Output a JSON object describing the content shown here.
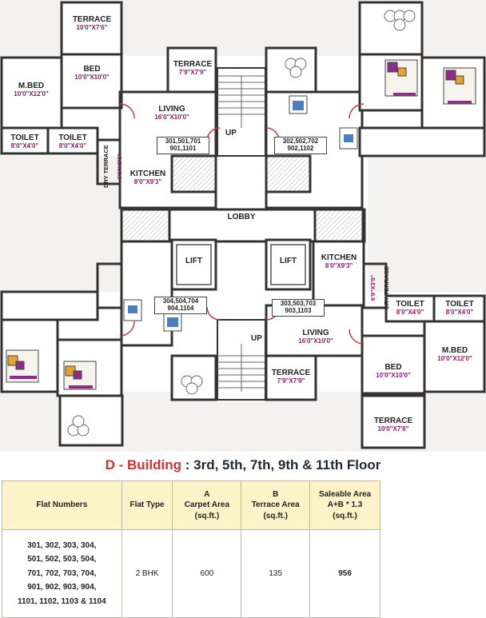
{
  "plan": {
    "rooms": [
      {
        "id": "terrace-nw",
        "name": "TERRACE",
        "dim": "10'0\"X7'6\""
      },
      {
        "id": "bed-nw",
        "name": "BED",
        "dim": "10'0\"X10'0\""
      },
      {
        "id": "mbed-nw",
        "name": "M.BED",
        "dim": "10'0\"X12'0\""
      },
      {
        "id": "toilet-nw1",
        "name": "TOILET",
        "dim": "8'0\"X4'0\""
      },
      {
        "id": "toilet-nw2",
        "name": "TOILET",
        "dim": "8'0\"X4'0\""
      },
      {
        "id": "terrace-n",
        "name": "TERRACE",
        "dim": "7'9\"X7'9\""
      },
      {
        "id": "living-nw",
        "name": "LIVING",
        "dim": "16'0\"X10'0\""
      },
      {
        "id": "kitchen-nw",
        "name": "KITCHEN",
        "dim": "8'0\"X9'3\""
      },
      {
        "id": "kitchen-se",
        "name": "KITCHEN",
        "dim": "8'0\"X9'3\""
      },
      {
        "id": "toilet-se1",
        "name": "TOILET",
        "dim": "8'0\"X4'0\""
      },
      {
        "id": "toilet-se2",
        "name": "TOILET",
        "dim": "8'0\"X4'0\""
      },
      {
        "id": "living-se",
        "name": "LIVING",
        "dim": "16'0\"X10'0\""
      },
      {
        "id": "mbed-se",
        "name": "M.BED",
        "dim": "10'0\"X12'0\""
      },
      {
        "id": "bed-se",
        "name": "BED",
        "dim": "10'0\"X10'0\""
      },
      {
        "id": "terrace-s",
        "name": "TERRACE",
        "dim": "7'9\"X7'9\""
      },
      {
        "id": "terrace-se",
        "name": "TERRACE",
        "dim": "10'0\"X7'6\""
      }
    ],
    "dry_terrace_nw": {
      "name": "DRY TERRACE",
      "dim": "6'9\"X3'9\""
    },
    "dry_terrace_se": {
      "name": "DRY TERRACE",
      "dim": "6'9\"X3'9\""
    },
    "flat_tags": [
      "301,501,701\n901,1101",
      "302,502,702\n902,1102",
      "304,504,704\n904,1104",
      "303,503,703\n903,1103"
    ],
    "lobby": "LOBBY",
    "lift": "LIFT",
    "up": "UP"
  },
  "heading": {
    "building": "D - Building",
    "floors": ": 3rd, 5th, 7th, 9th & 11th Floor"
  },
  "table": {
    "headers": {
      "flat_numbers": "Flat Numbers",
      "flat_type": "Flat Type",
      "carpet_letter": "A",
      "carpet_label": "Carpet Area",
      "carpet_unit": "(sq.ft.)",
      "terrace_letter": "B",
      "terrace_label": "Terrace Area",
      "terrace_unit": "(sq.ft.)",
      "saleable_label": "Saleable Area",
      "saleable_formula": "A+B * 1.3",
      "saleable_unit": "(sq.ft.)"
    },
    "row": {
      "flats_lines": [
        "301, 302, 303, 304,",
        "501, 502, 503, 504,",
        "701, 702, 703, 704,",
        "901, 902, 903, 904,",
        "1101, 1102, 1103 & 1104"
      ],
      "flat_type": "2 BHK",
      "carpet": "600",
      "terrace": "135",
      "saleable": "956"
    }
  }
}
